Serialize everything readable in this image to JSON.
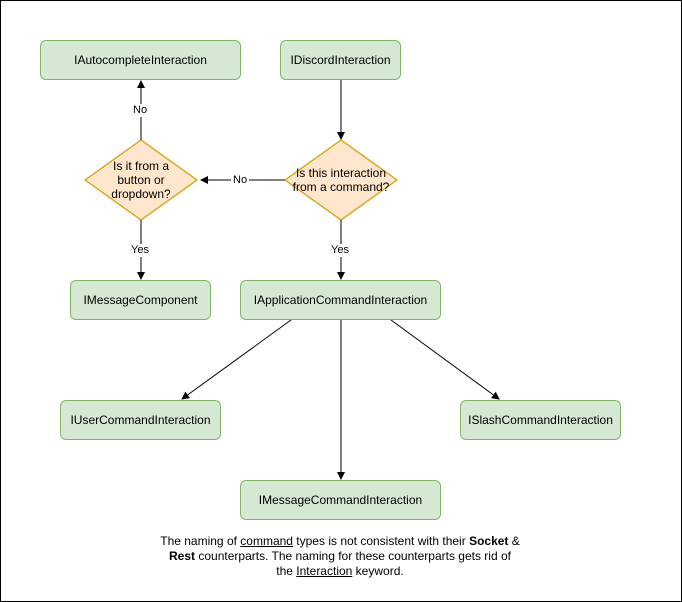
{
  "nodes": {
    "autocomplete": "IAutocompleteInteraction",
    "discord": "IDiscordInteraction",
    "message_component": "IMessageComponent",
    "application_command": "IApplicationCommandInteraction",
    "user_command": "IUserCommandInteraction",
    "slash_command": "ISlashCommandInteraction",
    "message_command": "IMessageCommandInteraction"
  },
  "decisions": {
    "is_command": "Is this interaction from a command?",
    "is_component": "Is it from a button or dropdown?"
  },
  "edges": {
    "no_1": "No",
    "no_2": "No",
    "yes_1": "Yes",
    "yes_2": "Yes"
  },
  "note": {
    "p1": "The naming of ",
    "u1": "command",
    "p2": " types is not consistent with their ",
    "b1": "Socket",
    "p3": " & ",
    "b2": "Rest",
    "p4": " counterparts. The naming for these counterparts gets rid of the ",
    "u2": "Interaction",
    "p5": " keyword."
  },
  "colors": {
    "process_fill": "#d5e8d4",
    "process_stroke": "#82b366",
    "decision_fill": "#ffe6cc",
    "decision_stroke": "#d79b00"
  }
}
